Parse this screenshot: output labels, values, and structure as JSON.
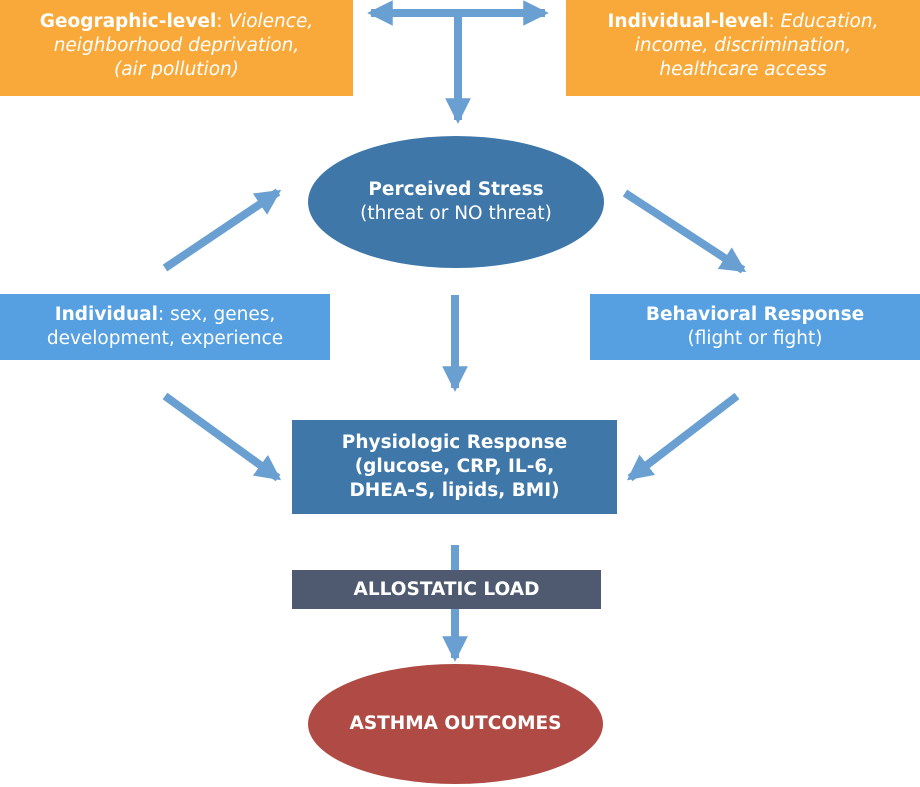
{
  "diagram": {
    "geographic": {
      "title": "Geographic-level",
      "separator": ": ",
      "line1_rest": "Violence,",
      "line2": "neighborhood deprivation,",
      "line3": "(air pollution)"
    },
    "individual_level": {
      "title": "Individual-level",
      "separator": ": ",
      "line1_rest": "Education,",
      "line2": "income, discrimination,",
      "line3": "healthcare access"
    },
    "perceived_stress": {
      "title": "Perceived Stress",
      "subtitle": "(threat or NO threat)"
    },
    "individual": {
      "title": "Individual",
      "line1_rest": ": sex, genes,",
      "line2": "development, experience"
    },
    "behavioral": {
      "title": "Behavioral Response",
      "subtitle": "(flight or fight)"
    },
    "physiologic": {
      "title": "Physiologic Response",
      "line2": "(glucose, CRP, IL-6,",
      "line3": "DHEA-S, lipids, BMI)"
    },
    "allostatic": {
      "label": "ALLOSTATIC LOAD"
    },
    "outcomes": {
      "label": "ASTHMA OUTCOMES"
    },
    "colors": {
      "orange": "#f9a93a",
      "light_blue": "#56a0e2",
      "mid_blue": "#3f77a9",
      "dark_slate": "#4f5a70",
      "red": "#b04a45",
      "arrow": "#6a9fd2"
    }
  }
}
